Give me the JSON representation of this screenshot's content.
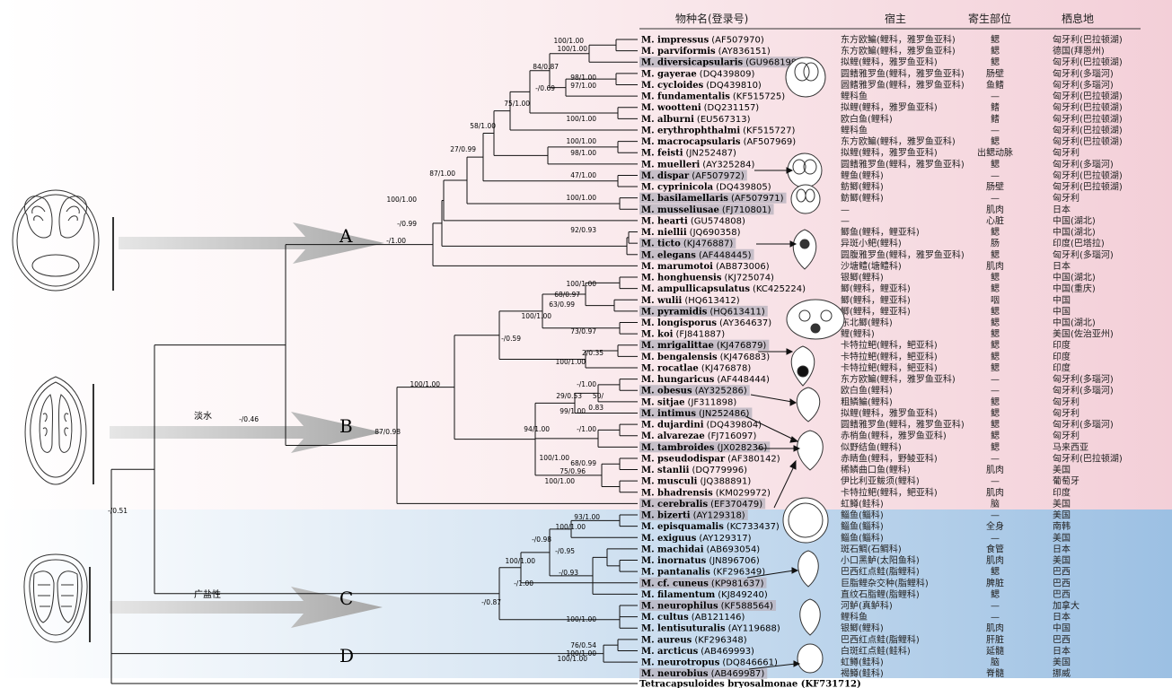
{
  "header": {
    "species": "物种名(登录号)",
    "host": "宿主",
    "site": "寄生部位",
    "locality": "栖息地"
  },
  "clade_labels": [
    "A",
    "B",
    "C",
    "D"
  ],
  "habitat_labels": {
    "freshwater": "淡水",
    "euryhaline": "广盐性"
  },
  "outgroup": "Tetracapsuloides bryosalmonae (KF731712)",
  "taxa": [
    {
      "name": "M. impressus",
      "acc": "(AF507970)",
      "host": "东方欧鳊(鲤科，雅罗鱼亚科)",
      "site": "鳃",
      "loc": "匈牙利(巴拉顿湖)"
    },
    {
      "name": "M. parviformis",
      "acc": "(AY836151)",
      "host": "东方欧鳊(鲤科，雅罗鱼亚科)",
      "site": "鳃",
      "loc": "德国(拜恩州)"
    },
    {
      "name": "M. diversicapsularis",
      "acc": "(GU968199)",
      "host": "拟鲤(鲤科，雅罗鱼亚科)",
      "site": "鳃",
      "loc": "匈牙利(巴拉顿湖)",
      "hl": true
    },
    {
      "name": "M. gayerae",
      "acc": "(DQ439809)",
      "host": "圆鳍雅罗鱼(鲤科，雅罗鱼亚科)",
      "site": "肠壁",
      "loc": "匈牙利(多瑙河)"
    },
    {
      "name": "M. cycloides",
      "acc": "(DQ439810)",
      "host": "圆鳍雅罗鱼(鲤科，雅罗鱼亚科)",
      "site": "鱼鳍",
      "loc": "匈牙利(多瑙河)"
    },
    {
      "name": "M. fundamentalis",
      "acc": "(KF515725)",
      "host": "鲤科鱼",
      "site": "—",
      "loc": "匈牙利(巴拉顿湖)"
    },
    {
      "name": "M. wootteni",
      "acc": "(DQ231157)",
      "host": "拟鲤(鲤科，雅罗鱼亚科)",
      "site": "鳍",
      "loc": "匈牙利(巴拉顿湖)"
    },
    {
      "name": "M. alburni",
      "acc": "(EU567313)",
      "host": "欧白鱼(鲤科)",
      "site": "鳍",
      "loc": "匈牙利(巴拉顿湖)"
    },
    {
      "name": "M. erythrophthalmi",
      "acc": "(KF515727)",
      "host": "鲤科鱼",
      "site": "—",
      "loc": "匈牙利(巴拉顿湖)"
    },
    {
      "name": "M. macrocapsularis",
      "acc": "(AF507969)",
      "host": "东方欧鳊(鲤科，雅罗鱼亚科)",
      "site": "鳃",
      "loc": "匈牙利(巴拉顿湖)"
    },
    {
      "name": "M. feisti",
      "acc": "(JN252487)",
      "host": "拟鲤(鲤科，雅罗鱼亚科)",
      "site": "出鳃动脉",
      "loc": "匈牙利"
    },
    {
      "name": "M. muelleri",
      "acc": "(AY325284)",
      "host": "圆鳍雅罗鱼(鲤科，雅罗鱼亚科)",
      "site": "鳃",
      "loc": "匈牙利(多瑙河)"
    },
    {
      "name": "M. dispar",
      "acc": "(AF507972)",
      "host": "鲤鱼(鲤科)",
      "site": "—",
      "loc": "匈牙利(巴拉顿湖)",
      "hl": true
    },
    {
      "name": "M. cyprinicola",
      "acc": "(DQ439805)",
      "host": "鲂鲫(鲤科)",
      "site": "肠壁",
      "loc": "匈牙利(巴拉顿湖)"
    },
    {
      "name": "M. basilamellaris",
      "acc": "(AF507971)",
      "host": "鲂鲫(鲤科)",
      "site": "—",
      "loc": "匈牙利",
      "hl": true
    },
    {
      "name": "M. musseliusae",
      "acc": "(FJ710801)",
      "host": "—",
      "site": "肌肉",
      "loc": "日本",
      "hl": true
    },
    {
      "name": "M. hearti",
      "acc": "(GU574808)",
      "host": "—",
      "site": "心脏",
      "loc": "中国(湖北)"
    },
    {
      "name": "M. niellii",
      "acc": "(JQ690358)",
      "host": "鲫鱼(鲤科，鲤亚科)",
      "site": "鳃",
      "loc": "中国(湖北)"
    },
    {
      "name": "M. ticto",
      "acc": "(KJ476887)",
      "host": "异斑小鲃(鲤科)",
      "site": "肠",
      "loc": "印度(巴塔拉)",
      "hl": true
    },
    {
      "name": "M. elegans",
      "acc": "(AF448445)",
      "host": "圆腹雅罗鱼(鲤科，雅罗鱼亚科)",
      "site": "鳃",
      "loc": "匈牙利(多瑙河)",
      "hl": true
    },
    {
      "name": "M. marumotoi",
      "acc": "(AB873006)",
      "host": "沙塘鳢(塘鳢科)",
      "site": "肌肉",
      "loc": "日本"
    },
    {
      "name": "M. honghuensis",
      "acc": "(KJ725074)",
      "host": "银鲫(鲤科)",
      "site": "鳃",
      "loc": "中国(湖北)"
    },
    {
      "name": "M. ampullicapsulatus",
      "acc": "(KC425224)",
      "host": "鲫(鲤科，鲤亚科)",
      "site": "鳃",
      "loc": "中国(重庆)"
    },
    {
      "name": "M. wulii",
      "acc": "(HQ613412)",
      "host": "鲫(鲤科，鲤亚科)",
      "site": "咽",
      "loc": "中国"
    },
    {
      "name": "M. pyramidis",
      "acc": "(HQ613411)",
      "host": "鲫(鲤科，鲤亚科)",
      "site": "鳃",
      "loc": "中国",
      "hl": true
    },
    {
      "name": "M. longisporus",
      "acc": "(AY364637)",
      "host": "东北鲫(鲤科)",
      "site": "鳃",
      "loc": "中国(湖北)"
    },
    {
      "name": "M. koi",
      "acc": "(FJ841887)",
      "host": "鲤(鲤科)",
      "site": "鳃",
      "loc": "美国(佐治亚州)"
    },
    {
      "name": "M. mrigalittae",
      "acc": "(KJ476879)",
      "host": "卡特拉鲃(鲤科，鲃亚科)",
      "site": "鳃",
      "loc": "印度",
      "hl": true
    },
    {
      "name": "M. bengalensis",
      "acc": "(KJ476883)",
      "host": "卡特拉鲃(鲤科，鲃亚科)",
      "site": "鳃",
      "loc": "印度"
    },
    {
      "name": "M. rocatlae",
      "acc": "(KJ476878)",
      "host": "卡特拉鲃(鲤科，鲃亚科)",
      "site": "鳃",
      "loc": "印度"
    },
    {
      "name": "M. hungaricus",
      "acc": "(AF448444)",
      "host": "东方欧鳊(鲤科，雅罗鱼亚科)",
      "site": "—",
      "loc": "匈牙利(多瑙河)"
    },
    {
      "name": "M. obesus",
      "acc": "(AY325286)",
      "host": "欧白鱼(鲤科)",
      "site": "—",
      "loc": "匈牙利(多瑙河)",
      "hl": true
    },
    {
      "name": "M. sitjae",
      "acc": "(JF311898)",
      "host": "粗鳞鳊(鲤科)",
      "site": "鳃",
      "loc": "匈牙利"
    },
    {
      "name": "M. intimus",
      "acc": "(JN252486)",
      "host": "拟鲤(鲤科，雅罗鱼亚科)",
      "site": "鳃",
      "loc": "匈牙利",
      "hl": true
    },
    {
      "name": "M. dujardini",
      "acc": "(DQ439804)",
      "host": "圆鳍雅罗鱼(鲤科，雅罗鱼亚科)",
      "site": "鳃",
      "loc": "匈牙利(多瑙河)"
    },
    {
      "name": "M. alvarezae",
      "acc": "(FJ716097)",
      "host": "赤梢鱼(鲤科，雅罗鱼亚科)",
      "site": "鳃",
      "loc": "匈牙利"
    },
    {
      "name": "M. tambroides",
      "acc": "(JX028236)",
      "host": "似野结鱼(鲤科)",
      "site": "鳃",
      "loc": "马来西亚",
      "hl": true
    },
    {
      "name": "M. pseudodispar",
      "acc": "(AF380142)",
      "host": "赤睛鱼(鲤科，野鲮亚科)",
      "site": "—",
      "loc": "匈牙利(巴拉顿湖)"
    },
    {
      "name": "M. stanlii",
      "acc": "(DQ779996)",
      "host": "稀鳞曲口鱼(鲤科)",
      "site": "肌肉",
      "loc": "美国"
    },
    {
      "name": "M. musculi",
      "acc": "(JQ388891)",
      "host": "伊比利亚鲅须(鲤科)",
      "site": "—",
      "loc": "葡萄牙"
    },
    {
      "name": "M. bhadrensis",
      "acc": "(KM029972)",
      "host": "卡特拉鲃(鲤科，鲃亚科)",
      "site": "肌肉",
      "loc": "印度"
    },
    {
      "name": "M. cerebralis",
      "acc": "(EF370479)",
      "host": "虹鳟(鲑科)",
      "site": "脑",
      "loc": "美国",
      "hl": true
    },
    {
      "name": "M. bizerti",
      "acc": "(AY129318)",
      "host": "鲻鱼(鲻科)",
      "site": "—",
      "loc": "美国",
      "hl": true
    },
    {
      "name": "M. episquamalis",
      "acc": "(KC733437)",
      "host": "鲻鱼(鲻科)",
      "site": "全身",
      "loc": "南韩"
    },
    {
      "name": "M. exiguus",
      "acc": "(AY129317)",
      "host": "鲻鱼(鲻科)",
      "site": "—",
      "loc": "美国"
    },
    {
      "name": "M. machidai",
      "acc": "(AB693054)",
      "host": "斑石鲷(石鲷科)",
      "site": "食管",
      "loc": "日本"
    },
    {
      "name": "M. inornatus",
      "acc": "(JN896706)",
      "host": "小口黑鲈(太阳鱼科)",
      "site": "肌肉",
      "loc": "美国"
    },
    {
      "name": "M. pantanalis",
      "acc": "(KF296349)",
      "host": "巴西红点鲑(脂鲤科)",
      "site": "鳃",
      "loc": "巴西"
    },
    {
      "name": "M. cf. cuneus",
      "acc": "(KP981637)",
      "host": "巨脂鲤杂交种(脂鲤科)",
      "site": "脾脏",
      "loc": "巴西",
      "hl": true
    },
    {
      "name": "M. filamentum",
      "acc": "(KJ849240)",
      "host": "直纹石脂鲤(脂鲤科)",
      "site": "鳃",
      "loc": "巴西"
    },
    {
      "name": "M. neurophilus",
      "acc": "(KF588564)",
      "host": "河鲈(真鲈科)",
      "site": "—",
      "loc": "加拿大",
      "hl": true
    },
    {
      "name": "M. cultus",
      "acc": "(AB121146)",
      "host": "鲤科鱼",
      "site": "—",
      "loc": "日本"
    },
    {
      "name": "M. lentisuturalis",
      "acc": "(AY119688)",
      "host": "银鲫(鲤科)",
      "site": "肌肉",
      "loc": "中国"
    },
    {
      "name": "M. aureus",
      "acc": "(KF296348)",
      "host": "巴西红点鲑(脂鲤科)",
      "site": "肝脏",
      "loc": "巴西"
    },
    {
      "name": "M. arcticus",
      "acc": "(AB469993)",
      "host": "白斑红点鲑(鲑科)",
      "site": "延髓",
      "loc": "日本"
    },
    {
      "name": "M. neurotropus",
      "acc": "(DQ846661)",
      "host": "虹鳟(鲑科)",
      "site": "脑",
      "loc": "美国"
    },
    {
      "name": "M. neurobius",
      "acc": "(AB469987)",
      "host": "褐鳟(鲑科)",
      "site": "脊髓",
      "loc": "挪威",
      "hl": true
    }
  ],
  "supports": [
    "100/1.00",
    "100/1.00",
    "84/0.87",
    "98/1.00",
    "97/1.00",
    "-/0.69",
    "75/1.00",
    "100/1.00",
    "58/1.00",
    "100/1.00",
    "98/1.00",
    "27/0.99",
    "47/1.00",
    "87/1.00",
    "100/1.00",
    "100/1.00",
    "-/0.99",
    "92/0.93",
    "-/1.00",
    "100/1.00",
    "68/0.97",
    "63/0.99",
    "100/1.00",
    "73/0.97",
    "-/0.59",
    "2/0.35",
    "100/1.00",
    "100/1.00",
    "-/1.00",
    "29/0.53",
    "50/",
    "0.83",
    "99/1.00",
    "-/1.00",
    "94/1.00",
    "68/0.99",
    "75/0.96",
    "100/1.00",
    "87/0.98",
    "100/1.00",
    "-/0.46",
    "93/1.00",
    "100/1.00",
    "-/0.98",
    "-/0.95",
    "100/1.00",
    "-/0.93",
    "-/1.00",
    "-/0.87",
    "100/1.00",
    "100/1.00",
    "76/0.54",
    "100/1.00",
    "-/0.51"
  ]
}
